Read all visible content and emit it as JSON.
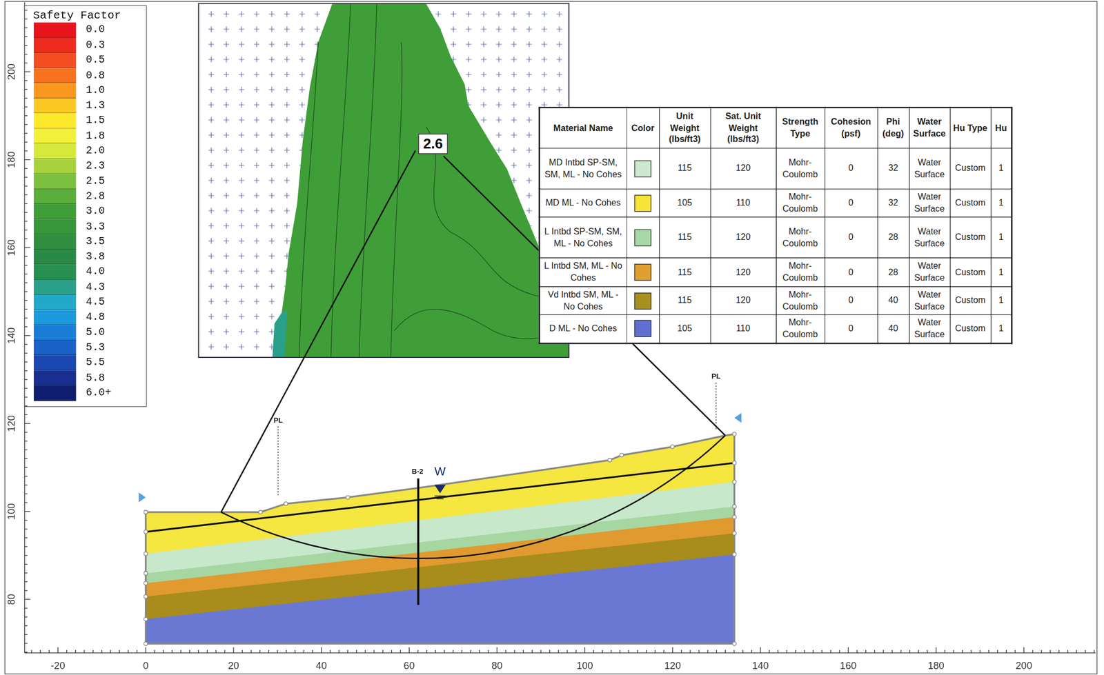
{
  "diagram": {
    "nodes": [
      {
        "text": [
          "2.6"
        ]
      }
    ],
    "labels": [
      "Safety Factor",
      "Material Name",
      "Color",
      "Unit Weight (lbs/ft3)",
      "Sat. Unit Weight (lbs/ft3)",
      "Strength Type",
      "Cohesion (psf)",
      "Phi (deg)",
      "Water Surface",
      "Hu Type",
      "Hu",
      "MD Intbd SP-SM, SM, ML - No Cohes",
      "115",
      "120",
      "Mohr-Coulomb",
      "0",
      "32",
      "Water Surface",
      "Custom",
      "1",
      "MD ML - No Cohes",
      "105",
      "110",
      "Mohr-Coulomb",
      "0",
      "32",
      "Water Surface",
      "Custom",
      "1",
      "L Intbd SP-SM, SM, ML - No Cohes",
      "115",
      "120",
      "Mohr-Coulomb",
      "0",
      "28",
      "Water Surface",
      "Custom",
      "1",
      "L Intbd SM, ML - No Cohes",
      "115",
      "120",
      "Mohr-Coulomb",
      "0",
      "28",
      "Water Surface",
      "Custom",
      "1",
      "Vd Intbd SM, ML - No Cohes",
      "115",
      "120",
      "Mohr-Coulomb",
      "0",
      "40",
      "Water Surface",
      "Custom",
      "1",
      "D ML - No Cohes",
      "105",
      "110",
      "Mohr-Coulomb",
      "0",
      "40",
      "Water Surface",
      "Custom",
      "1",
      "PL",
      "PL",
      "B-2",
      "W",
      "80",
      "100",
      "120",
      "140",
      "160",
      "180",
      "200",
      "-20",
      "0",
      "20",
      "40",
      "60",
      "80",
      "100",
      "120",
      "140",
      "160",
      "180",
      "200"
    ],
    "legend": [
      {
        "text": "0.0",
        "color": "#e8141c"
      },
      {
        "text": "0.3",
        "color": "#ee2c1e"
      },
      {
        "text": "0.5",
        "color": "#f24c20"
      },
      {
        "text": "0.8",
        "color": "#f6721e"
      },
      {
        "text": "1.0",
        "color": "#f9981f"
      },
      {
        "text": "1.3",
        "color": "#fcc824"
      },
      {
        "text": "1.5",
        "color": "#fde82c"
      },
      {
        "text": "1.8",
        "color": "#f3f03a"
      },
      {
        "text": "2.0",
        "color": "#d6e83c"
      },
      {
        "text": "2.3",
        "color": "#a8d23c"
      },
      {
        "text": "2.5",
        "color": "#7cc040"
      },
      {
        "text": "2.8",
        "color": "#5aae3c"
      },
      {
        "text": "3.0",
        "color": "#409e38"
      },
      {
        "text": "3.3",
        "color": "#37963a"
      },
      {
        "text": "3.5",
        "color": "#309040"
      },
      {
        "text": "3.8",
        "color": "#2a8a45"
      },
      {
        "text": "4.0",
        "color": "#279050"
      },
      {
        "text": "4.3",
        "color": "#2aa08a"
      },
      {
        "text": "4.5",
        "color": "#22a8c8"
      },
      {
        "text": "4.8",
        "color": "#1c98dc"
      },
      {
        "text": "5.0",
        "color": "#1a7ed8"
      },
      {
        "text": "5.3",
        "color": "#1a62c8"
      },
      {
        "text": "5.5",
        "color": "#1a48b0"
      },
      {
        "text": "5.8",
        "color": "#182e90"
      },
      {
        "text": "6.0+",
        "color": "#101e70"
      }
    ]
  }
}
